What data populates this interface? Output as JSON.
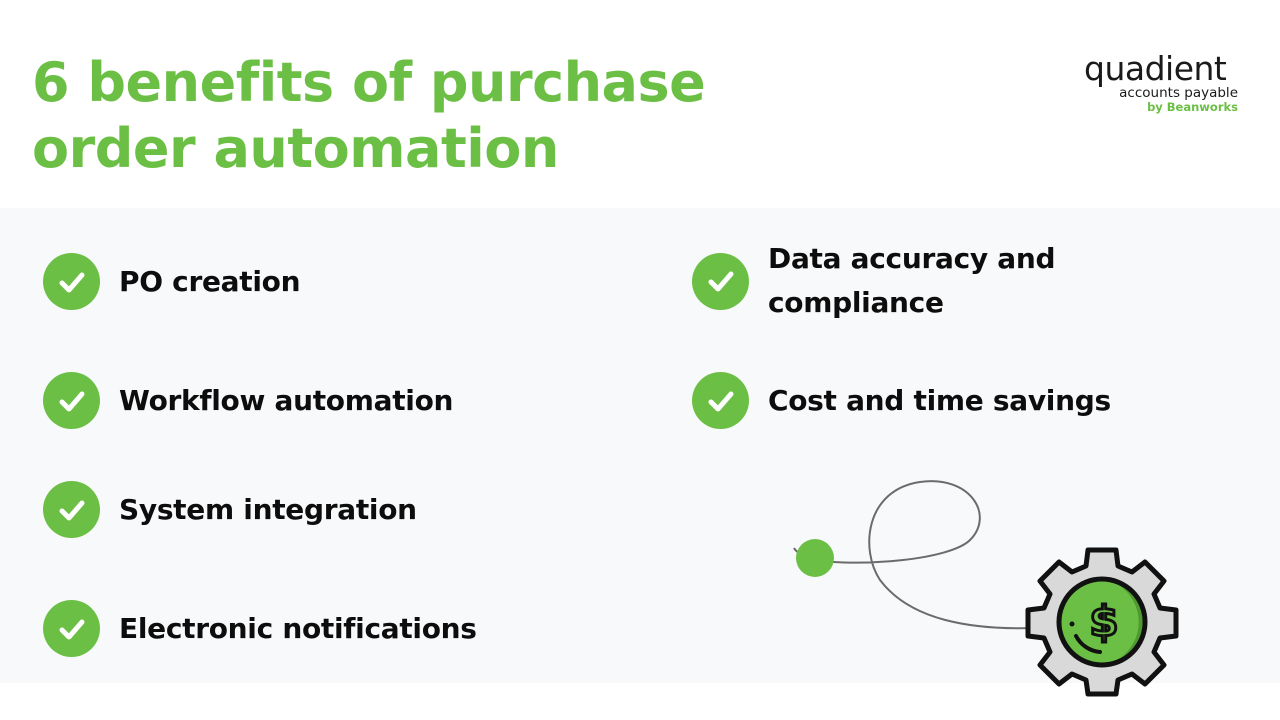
{
  "header": {
    "title_line1": "6 benefits of purchase",
    "title_line2": "order automation",
    "accent_color": "#6cbf45"
  },
  "logo": {
    "brand": "quadient",
    "subtitle": "accounts payable",
    "byline": "by Beanworks"
  },
  "benefits": {
    "left": [
      {
        "label": "PO creation",
        "icon": "check-circle-icon"
      },
      {
        "label": "Workflow automation",
        "icon": "check-circle-icon"
      },
      {
        "label": "System integration",
        "icon": "check-circle-icon"
      },
      {
        "label": "Electronic notifications",
        "icon": "check-circle-icon"
      }
    ],
    "right": [
      {
        "label_line1": "Data accuracy and",
        "label_line2": "compliance",
        "icon": "check-circle-icon"
      },
      {
        "label": "Cost and time savings",
        "icon": "check-circle-icon"
      }
    ]
  },
  "illustration": {
    "icon": "gear-dollar-icon",
    "symbol": "$"
  }
}
